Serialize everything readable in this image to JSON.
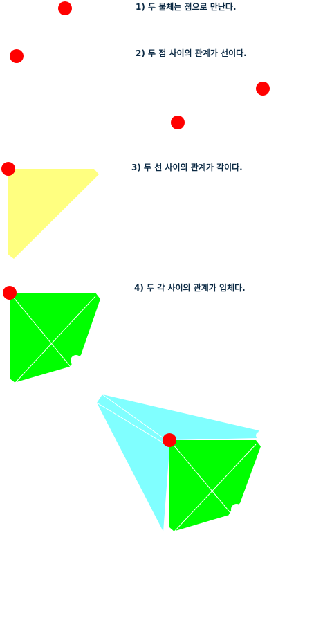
{
  "captions": {
    "step1": "1) 두 물체는 점으로 만난다.",
    "step2": "2) 두 점 사이의 관계가 선이다.",
    "step3": "3) 두 선 사이의 관계가 각이다.",
    "step4": "4) 두 각 사이의 관계가 입체다."
  },
  "colors": {
    "point": "#ff0000",
    "angle_fill": "#ffff80",
    "face_fill": "#00ff00",
    "solid_fill": "#80ffff",
    "edge": "#ffffff",
    "caption_text": "#0c2a44"
  }
}
